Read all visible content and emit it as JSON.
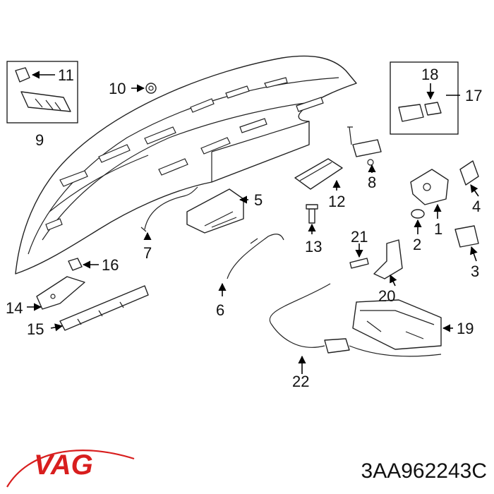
{
  "callouts": {
    "c1": "1",
    "c2": "2",
    "c3": "3",
    "c4": "4",
    "c5": "5",
    "c6": "6",
    "c7": "7",
    "c8": "8",
    "c9": "9",
    "c10": "10",
    "c11": "11",
    "c12": "12",
    "c13": "13",
    "c14": "14",
    "c15": "15",
    "c16": "16",
    "c17": "17",
    "c18": "18",
    "c19": "19",
    "c20": "20",
    "c21": "21",
    "c22": "22"
  },
  "brand": {
    "logo": "VAG",
    "color": "#d81e1e"
  },
  "part_number": "3AA962243C"
}
